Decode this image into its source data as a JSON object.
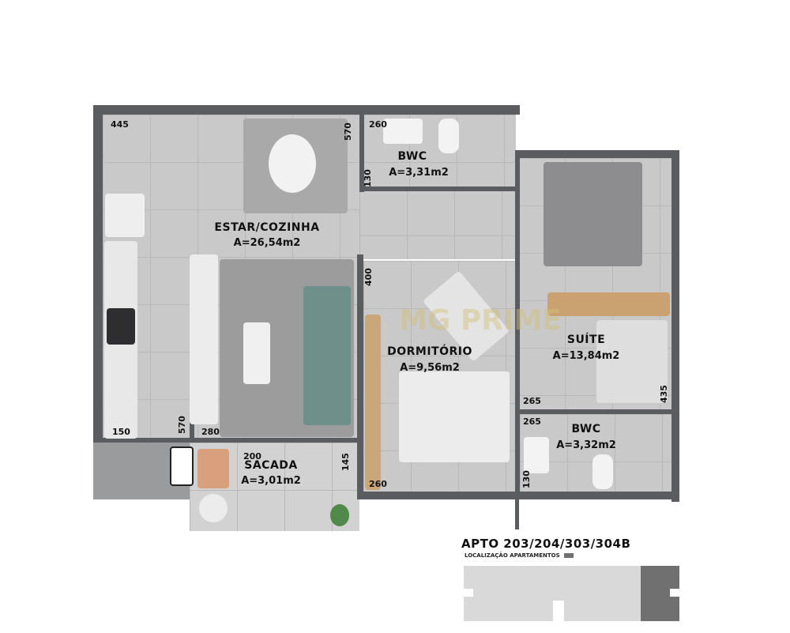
{
  "rooms": {
    "estar": {
      "name": "ESTAR/COZINHA",
      "area": "A=26,54m2"
    },
    "bwc1": {
      "name": "BWC",
      "area": "A=3,31m2"
    },
    "suite": {
      "name": "SUÍTE",
      "area": "A=13,84m2"
    },
    "dormitorio": {
      "name": "DORMITÓRIO",
      "area": "A=9,56m2"
    },
    "bwc2": {
      "name": "BWC",
      "area": "A=3,32m2"
    },
    "sacada": {
      "name": "SACADA",
      "area": "A=3,01m2"
    }
  },
  "dimensions": {
    "d445": "445",
    "d570a": "570",
    "d260a": "260",
    "d130a": "130",
    "d400": "400",
    "d265a": "265",
    "d265b": "265",
    "d435": "435",
    "d130b": "130",
    "d150": "150",
    "d570b": "570",
    "d280": "280",
    "d200": "200",
    "d145": "145",
    "d260b": "260"
  },
  "legend": {
    "title": "APTO 203/204/303/304B",
    "location_label": "LOCALIZAÇÃO APARTAMENTOS",
    "highlight_color": "#707070",
    "other_color": "#d9d9d9"
  },
  "watermark": {
    "text": "MG PRIME"
  }
}
